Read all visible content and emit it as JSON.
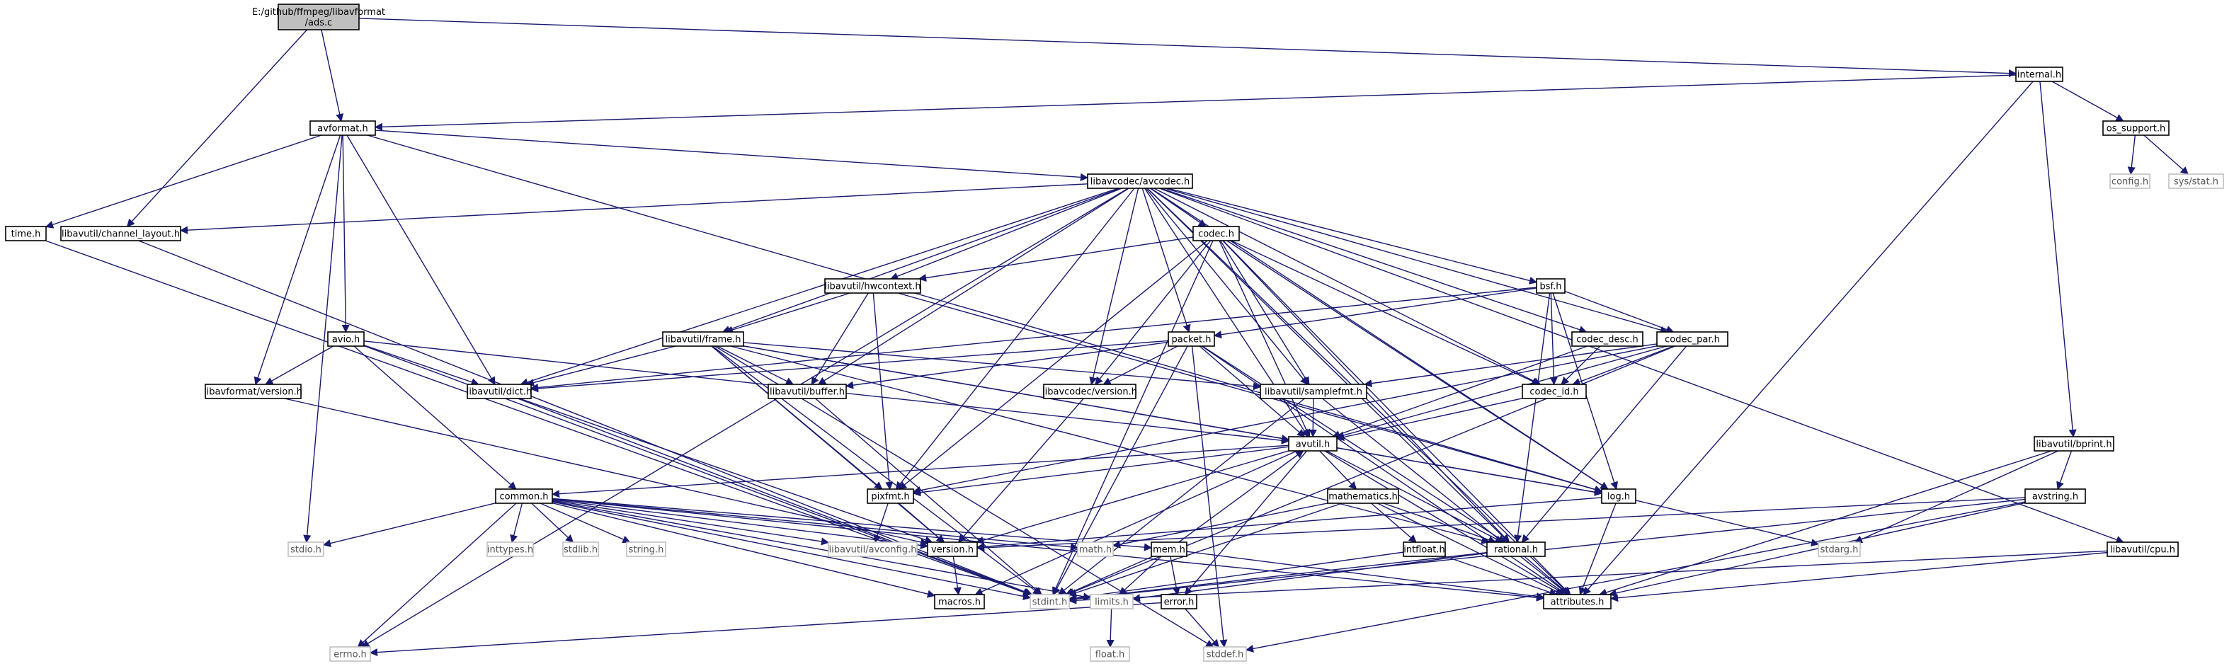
{
  "diagram": {
    "title": "",
    "root": "E:/github/ffmpeg/libavformat/ads.c",
    "colors": {
      "edge": "#191970",
      "root_fill": "#bfbfbf",
      "node_border": "#000000",
      "system_border": "#bfbfbf"
    },
    "nodes": [
      {
        "id": "root",
        "label": [
          "E:/github/ffmpeg/libavformat",
          "/ads.c"
        ],
        "kind": "root"
      },
      {
        "id": "internal",
        "label": [
          "internal.h"
        ]
      },
      {
        "id": "avformat",
        "label": [
          "avformat.h"
        ]
      },
      {
        "id": "os_support",
        "label": [
          "os_support.h"
        ]
      },
      {
        "id": "config",
        "label": [
          "config.h"
        ],
        "kind": "system"
      },
      {
        "id": "sysstat",
        "label": [
          "sys/stat.h"
        ],
        "kind": "system"
      },
      {
        "id": "avcodec",
        "label": [
          "libavcodec/avcodec.h"
        ]
      },
      {
        "id": "time",
        "label": [
          "time.h"
        ]
      },
      {
        "id": "chlayout",
        "label": [
          "libavutil/channel_layout.h"
        ]
      },
      {
        "id": "codec",
        "label": [
          "codec.h"
        ]
      },
      {
        "id": "hwcontext",
        "label": [
          "libavutil/hwcontext.h"
        ]
      },
      {
        "id": "bsf",
        "label": [
          "bsf.h"
        ]
      },
      {
        "id": "avio",
        "label": [
          "avio.h"
        ]
      },
      {
        "id": "frame",
        "label": [
          "libavutil/frame.h"
        ]
      },
      {
        "id": "packet",
        "label": [
          "packet.h"
        ]
      },
      {
        "id": "codec_desc",
        "label": [
          "codec_desc.h"
        ]
      },
      {
        "id": "codec_par",
        "label": [
          "codec_par.h"
        ]
      },
      {
        "id": "lfversion",
        "label": [
          "libavformat/version.h"
        ]
      },
      {
        "id": "dict",
        "label": [
          "libavutil/dict.h"
        ]
      },
      {
        "id": "buffer",
        "label": [
          "libavutil/buffer.h"
        ]
      },
      {
        "id": "lcversion",
        "label": [
          "libavcodec/version.h"
        ]
      },
      {
        "id": "samplefmt",
        "label": [
          "libavutil/samplefmt.h"
        ]
      },
      {
        "id": "codec_id",
        "label": [
          "codec_id.h"
        ]
      },
      {
        "id": "bprint",
        "label": [
          "libavutil/bprint.h"
        ]
      },
      {
        "id": "avutil",
        "label": [
          "avutil.h"
        ]
      },
      {
        "id": "common",
        "label": [
          "common.h"
        ]
      },
      {
        "id": "pixfmt",
        "label": [
          "pixfmt.h"
        ]
      },
      {
        "id": "mathematics",
        "label": [
          "mathematics.h"
        ]
      },
      {
        "id": "log",
        "label": [
          "log.h"
        ]
      },
      {
        "id": "avstring",
        "label": [
          "avstring.h"
        ]
      },
      {
        "id": "stdio",
        "label": [
          "stdio.h"
        ],
        "kind": "system"
      },
      {
        "id": "inttypes",
        "label": [
          "inttypes.h"
        ],
        "kind": "system"
      },
      {
        "id": "stdlib",
        "label": [
          "stdlib.h"
        ],
        "kind": "system"
      },
      {
        "id": "string",
        "label": [
          "string.h"
        ],
        "kind": "system"
      },
      {
        "id": "avconfig",
        "label": [
          "libavutil/avconfig.h"
        ],
        "kind": "system"
      },
      {
        "id": "version",
        "label": [
          "version.h"
        ]
      },
      {
        "id": "math",
        "label": [
          "math.h"
        ],
        "kind": "system"
      },
      {
        "id": "mem",
        "label": [
          "mem.h"
        ]
      },
      {
        "id": "intfloat",
        "label": [
          "intfloat.h"
        ]
      },
      {
        "id": "rational",
        "label": [
          "rational.h"
        ]
      },
      {
        "id": "stdarg",
        "label": [
          "stdarg.h"
        ],
        "kind": "system"
      },
      {
        "id": "cpu",
        "label": [
          "libavutil/cpu.h"
        ]
      },
      {
        "id": "macros",
        "label": [
          "macros.h"
        ]
      },
      {
        "id": "stdint",
        "label": [
          "stdint.h"
        ],
        "kind": "system"
      },
      {
        "id": "limits",
        "label": [
          "limits.h"
        ],
        "kind": "system"
      },
      {
        "id": "error",
        "label": [
          "error.h"
        ]
      },
      {
        "id": "attributes",
        "label": [
          "attributes.h"
        ]
      },
      {
        "id": "errno",
        "label": [
          "errno.h"
        ],
        "kind": "system"
      },
      {
        "id": "stddef",
        "label": [
          "stddef.h"
        ],
        "kind": "system"
      },
      {
        "id": "float",
        "label": [
          "float.h"
        ],
        "kind": "system"
      }
    ],
    "edges": [
      [
        "root",
        "internal"
      ],
      [
        "root",
        "avformat"
      ],
      [
        "root",
        "chlayout"
      ],
      [
        "internal",
        "avformat"
      ],
      [
        "internal",
        "os_support"
      ],
      [
        "internal",
        "bprint"
      ],
      [
        "internal",
        "attributes"
      ],
      [
        "os_support",
        "config"
      ],
      [
        "os_support",
        "sysstat"
      ],
      [
        "avformat",
        "time"
      ],
      [
        "avformat",
        "stdio"
      ],
      [
        "avformat",
        "avcodec"
      ],
      [
        "avformat",
        "avio"
      ],
      [
        "avformat",
        "lfversion"
      ],
      [
        "avformat",
        "dict"
      ],
      [
        "avformat",
        "log"
      ],
      [
        "avcodec",
        "chlayout"
      ],
      [
        "avcodec",
        "errno"
      ],
      [
        "avcodec",
        "hwcontext"
      ],
      [
        "avcodec",
        "frame"
      ],
      [
        "avcodec",
        "dict"
      ],
      [
        "avcodec",
        "buffer"
      ],
      [
        "avcodec",
        "pixfmt"
      ],
      [
        "avcodec",
        "codec"
      ],
      [
        "avcodec",
        "lcversion"
      ],
      [
        "avcodec",
        "packet"
      ],
      [
        "avcodec",
        "samplefmt"
      ],
      [
        "avcodec",
        "avutil"
      ],
      [
        "avcodec",
        "bsf"
      ],
      [
        "avcodec",
        "codec_desc"
      ],
      [
        "avcodec",
        "codec_par"
      ],
      [
        "avcodec",
        "codec_id"
      ],
      [
        "avcodec",
        "log"
      ],
      [
        "avcodec",
        "rational"
      ],
      [
        "avcodec",
        "attributes"
      ],
      [
        "avcodec",
        "cpu"
      ],
      [
        "time",
        "stdint"
      ],
      [
        "chlayout",
        "stdint"
      ],
      [
        "codec",
        "hwcontext"
      ],
      [
        "codec",
        "lcversion"
      ],
      [
        "codec",
        "pixfmt"
      ],
      [
        "codec",
        "samplefmt"
      ],
      [
        "codec",
        "avutil"
      ],
      [
        "codec",
        "codec_id"
      ],
      [
        "codec",
        "log"
      ],
      [
        "codec",
        "rational"
      ],
      [
        "codec",
        "attributes"
      ],
      [
        "codec",
        "stdint"
      ],
      [
        "hwcontext",
        "frame"
      ],
      [
        "hwcontext",
        "buffer"
      ],
      [
        "hwcontext",
        "pixfmt"
      ],
      [
        "hwcontext",
        "log"
      ],
      [
        "bsf",
        "packet"
      ],
      [
        "bsf",
        "dict"
      ],
      [
        "bsf",
        "codec_id"
      ],
      [
        "bsf",
        "codec_par"
      ],
      [
        "bsf",
        "log"
      ],
      [
        "bsf",
        "rational"
      ],
      [
        "avio",
        "lfversion"
      ],
      [
        "avio",
        "dict"
      ],
      [
        "avio",
        "common"
      ],
      [
        "avio",
        "avutil"
      ],
      [
        "avio",
        "stdint"
      ],
      [
        "frame",
        "dict"
      ],
      [
        "frame",
        "buffer"
      ],
      [
        "frame",
        "samplefmt"
      ],
      [
        "frame",
        "avutil"
      ],
      [
        "frame",
        "pixfmt"
      ],
      [
        "frame",
        "rational"
      ],
      [
        "frame",
        "version"
      ],
      [
        "frame",
        "log"
      ],
      [
        "frame",
        "stdint"
      ],
      [
        "frame",
        "stddef"
      ],
      [
        "packet",
        "dict"
      ],
      [
        "packet",
        "buffer"
      ],
      [
        "packet",
        "lcversion"
      ],
      [
        "packet",
        "avutil"
      ],
      [
        "packet",
        "rational"
      ],
      [
        "packet",
        "attributes"
      ],
      [
        "packet",
        "stdint"
      ],
      [
        "packet",
        "stddef"
      ],
      [
        "codec_desc",
        "codec_id"
      ],
      [
        "codec_desc",
        "avutil"
      ],
      [
        "codec_par",
        "codec_id"
      ],
      [
        "codec_par",
        "avutil"
      ],
      [
        "codec_par",
        "pixfmt"
      ],
      [
        "codec_par",
        "rational"
      ],
      [
        "codec_par",
        "samplefmt"
      ],
      [
        "codec_par",
        "stdint"
      ],
      [
        "lfversion",
        "version"
      ],
      [
        "dict",
        "version"
      ],
      [
        "dict",
        "stdint"
      ],
      [
        "buffer",
        "stdint"
      ],
      [
        "lcversion",
        "version"
      ],
      [
        "samplefmt",
        "avutil"
      ],
      [
        "samplefmt",
        "attributes"
      ],
      [
        "samplefmt",
        "stdint"
      ],
      [
        "codec_id",
        "avutil"
      ],
      [
        "bprint",
        "avstring"
      ],
      [
        "bprint",
        "stdarg"
      ],
      [
        "bprint",
        "attributes"
      ],
      [
        "avutil",
        "common"
      ],
      [
        "avutil",
        "pixfmt"
      ],
      [
        "avutil",
        "mathematics"
      ],
      [
        "avutil",
        "log"
      ],
      [
        "avutil",
        "rational"
      ],
      [
        "avutil",
        "attributes"
      ],
      [
        "avutil",
        "macros"
      ],
      [
        "avutil",
        "version"
      ],
      [
        "avutil",
        "error"
      ],
      [
        "common",
        "stdio"
      ],
      [
        "common",
        "inttypes"
      ],
      [
        "common",
        "stdlib"
      ],
      [
        "common",
        "string"
      ],
      [
        "common",
        "avconfig"
      ],
      [
        "common",
        "version"
      ],
      [
        "common",
        "math"
      ],
      [
        "common",
        "mem"
      ],
      [
        "common",
        "attributes"
      ],
      [
        "common",
        "macros"
      ],
      [
        "common",
        "stdint"
      ],
      [
        "common",
        "limits"
      ],
      [
        "common",
        "errno"
      ],
      [
        "pixfmt",
        "avconfig"
      ],
      [
        "pixfmt",
        "version"
      ],
      [
        "mathematics",
        "math"
      ],
      [
        "mathematics",
        "intfloat"
      ],
      [
        "mathematics",
        "rational"
      ],
      [
        "mathematics",
        "attributes"
      ],
      [
        "mathematics",
        "stdint"
      ],
      [
        "log",
        "version"
      ],
      [
        "log",
        "attributes"
      ],
      [
        "log",
        "stdarg"
      ],
      [
        "avstring",
        "version"
      ],
      [
        "avstring",
        "attributes"
      ],
      [
        "avstring",
        "stdint"
      ],
      [
        "avstring",
        "stddef"
      ],
      [
        "version",
        "macros"
      ],
      [
        "mem",
        "avutil"
      ],
      [
        "mem",
        "error"
      ],
      [
        "mem",
        "limits"
      ],
      [
        "mem",
        "attributes"
      ],
      [
        "mem",
        "stdint"
      ],
      [
        "intfloat",
        "attributes"
      ],
      [
        "intfloat",
        "stdint"
      ],
      [
        "rational",
        "attributes"
      ],
      [
        "rational",
        "stdint"
      ],
      [
        "rational",
        "limits"
      ],
      [
        "cpu",
        "attributes"
      ],
      [
        "cpu",
        "stdint"
      ],
      [
        "limits",
        "float"
      ],
      [
        "error",
        "errno"
      ],
      [
        "error",
        "stddef"
      ]
    ]
  }
}
